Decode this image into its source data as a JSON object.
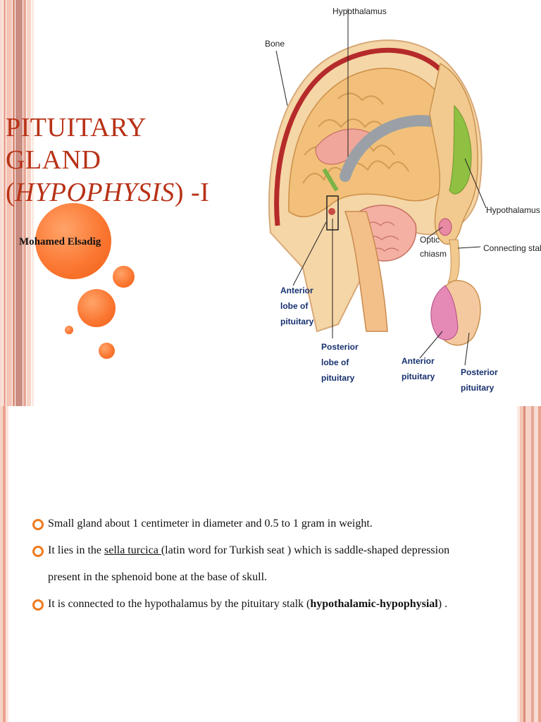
{
  "slide1": {
    "title_line1": "PITUITARY",
    "title_line2": "GLAND",
    "title_open_paren": "(",
    "title_italic": "HYPOPHYSIS",
    "title_close": ") -I",
    "author": "Mohamed Elsadig",
    "figure_labels": {
      "hypothalamus_top": "Hypothalamus",
      "bone": "Bone",
      "anterior_lobe": [
        "Anterior",
        "lobe of",
        "pituitary"
      ],
      "posterior_lobe": [
        "Posterior",
        "lobe of",
        "pituitary"
      ],
      "hypothalamus_right": "Hypothalamus",
      "optic_chiasm": [
        "Optic",
        "chiasm"
      ],
      "connecting_stalk": "Connecting stalk",
      "anterior_pituitary": [
        "Anterior",
        "pituitary"
      ],
      "posterior_pituitary": [
        "Posterior",
        "pituitary"
      ]
    },
    "colors": {
      "title": "#b83217",
      "accent_circles": "#fb7833"
    }
  },
  "slide2": {
    "bullet1": "Small gland about 1 centimeter in diameter and 0.5 to 1 gram in weight.",
    "bullet2_pre": "It lies in the ",
    "bullet2_underlined": "sella turcica ",
    "bullet2_post": "(latin word for Turkish seat ) which is saddle-shaped depression present in the sphenoid bone at the base of skull.",
    "bullet3_pre": "It is connected to the hypothalamus by the pituitary stalk (",
    "bullet3_bold": "hypothalamic-hypophysial",
    "bullet3_post": ") .",
    "colors": {
      "bullet_marker": "#f07a1e"
    }
  }
}
